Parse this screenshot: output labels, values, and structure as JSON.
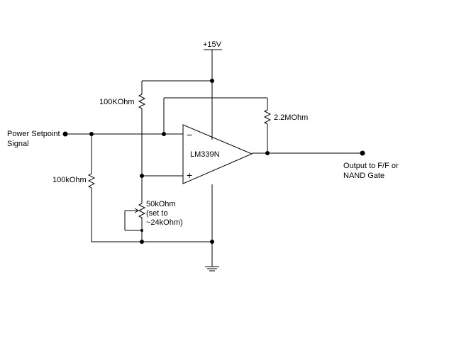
{
  "labels": {
    "supply": "+15V",
    "r_top": "100KOhm",
    "r_feedback": "2.2MOhm",
    "input_line1": "Power Setpoint",
    "input_line2": "Signal",
    "r_left": "100kOhm",
    "pot_line1": "50kOhm",
    "pot_line2": "(set to",
    "pot_line3": "~24kOhm)",
    "output_line1": "Output to F/F or",
    "output_line2": "NAND Gate",
    "opamp": "LM339N",
    "minus": "−",
    "plus": "+"
  },
  "icons": {
    "opamp": "comparator-triangle-icon",
    "ground": "ground-icon",
    "resistor": "resistor-zigzag-icon",
    "potentiometer": "potentiometer-icon"
  },
  "colors": {
    "line": "#000000",
    "background": "#ffffff"
  }
}
